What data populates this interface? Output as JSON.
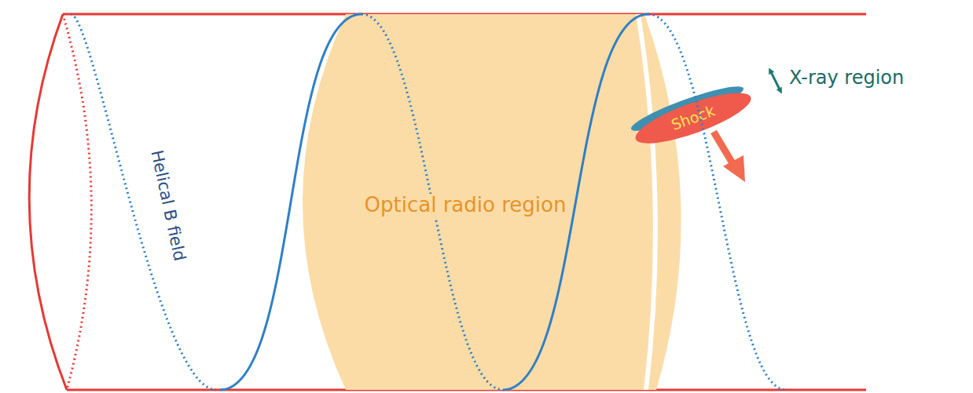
{
  "diagram": {
    "nodes": [
      {
        "text": [
          "Optical radio region"
        ]
      },
      {
        "text": [
          "Shock"
        ]
      }
    ],
    "labels": [
      "Helical B field",
      "X-ray region"
    ]
  }
}
